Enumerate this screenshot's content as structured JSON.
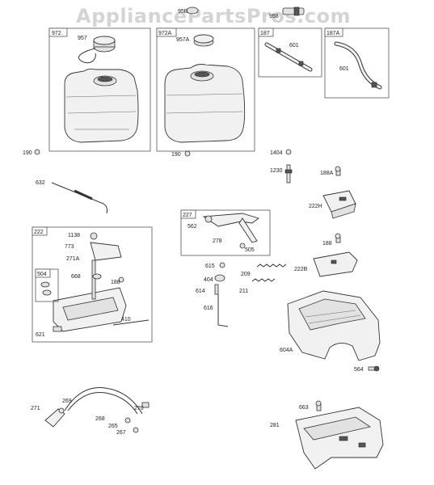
{
  "watermark": "AppliancePartsPros.com",
  "boxes": {
    "b972": "972",
    "b972A": "972A",
    "b187": "187",
    "b187A": "187A",
    "b222": "222",
    "b504": "504",
    "b227": "227"
  },
  "callouts": {
    "c95B": "95B",
    "c958": "958",
    "c957": "957",
    "c957A": "957A",
    "c601a": "601",
    "c601b": "601",
    "c190a": "190",
    "c190b": "190",
    "c1404": "1404",
    "c1230": "1230",
    "c188A": "188A",
    "c632": "632",
    "c222H": "222H",
    "c562": "562",
    "c278": "278",
    "c505": "505",
    "c1138": "1138",
    "c773": "773",
    "c271A": "271A",
    "c668": "668",
    "c188a": "188",
    "c188b": "188",
    "c615": "615",
    "c209": "209",
    "c222B": "222B",
    "c404": "404",
    "c614": "614",
    "c211": "211",
    "c616": "616",
    "c410": "410",
    "c621": "621",
    "c604A": "604A",
    "c564": "564",
    "c269": "269",
    "c271": "271",
    "c268": "268",
    "c270": "270",
    "c265": "265",
    "c267": "267",
    "c663": "663",
    "c281": "281"
  }
}
